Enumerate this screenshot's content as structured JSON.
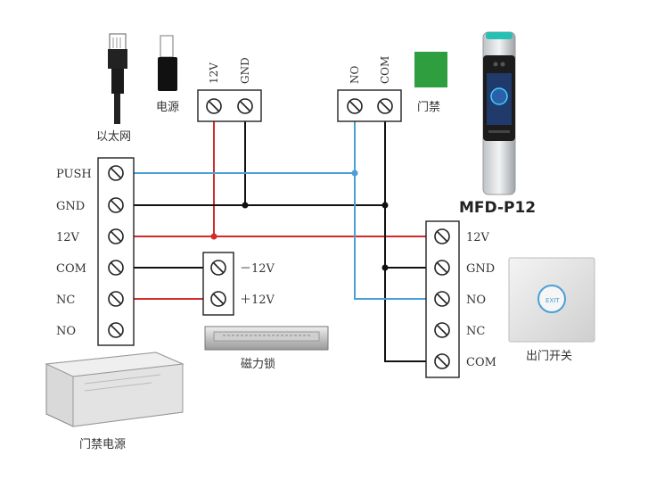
{
  "colors": {
    "red": "#d22b2b",
    "blue": "#4a9fd8",
    "black": "#111111",
    "green": "#2e9e3e"
  },
  "devices": {
    "network": "以太网",
    "power": "电源",
    "door_signal": "门禁",
    "model": "MFD-P12",
    "lock": "磁力锁",
    "exit_switch": "出门开关",
    "ps_unit": "门禁电源"
  },
  "power_block": {
    "labels": [
      "12V",
      "GND"
    ]
  },
  "door_block": {
    "labels": [
      "NO",
      "COM"
    ]
  },
  "left_block": {
    "labels": [
      "PUSH",
      "GND",
      "12V",
      "COM",
      "NC",
      "NO"
    ]
  },
  "right_block": {
    "labels": [
      "12V",
      "GND",
      "NO",
      "NC",
      "COM"
    ]
  },
  "lock_block": {
    "labels": [
      "－12V",
      "＋12V"
    ]
  },
  "exit_button_text": "EXIT"
}
